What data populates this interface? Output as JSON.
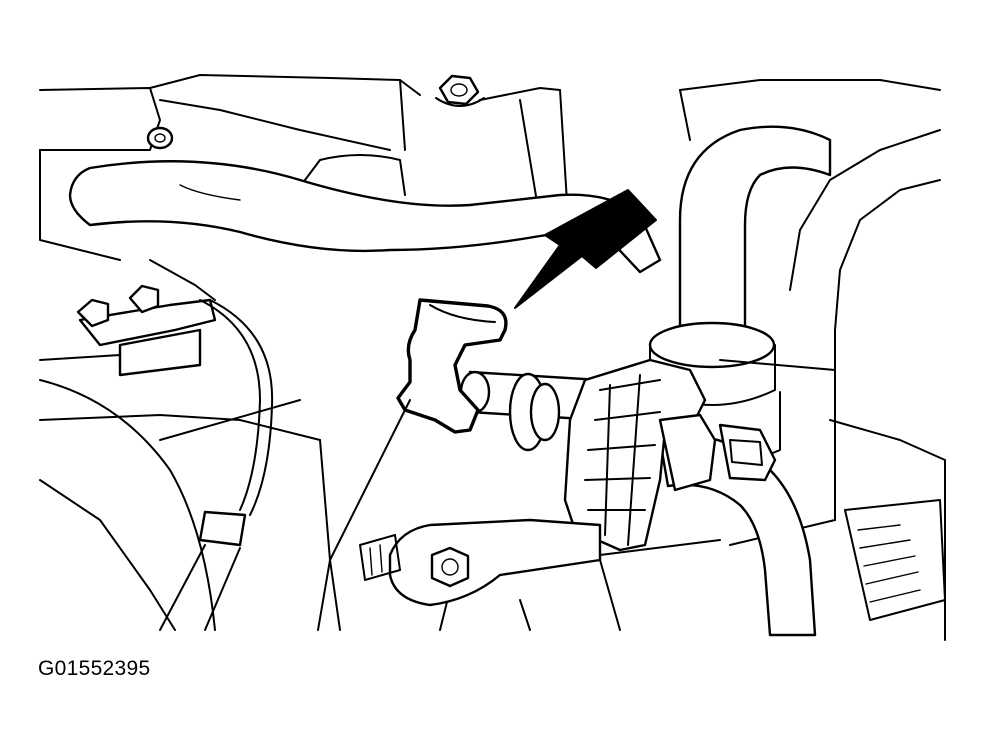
{
  "figure": {
    "id_label": "G01552395"
  },
  "illustration": {
    "style": "black line art on white",
    "stroke_color": "#000000",
    "background_color": "#ffffff",
    "components": [
      "upper-coolant-hose",
      "vertical-pipe",
      "lower-pipe",
      "hose-clamp",
      "quick-connect-fitting",
      "mounting-bracket",
      "bolt",
      "wire-harness",
      "pointer-arrow"
    ]
  }
}
